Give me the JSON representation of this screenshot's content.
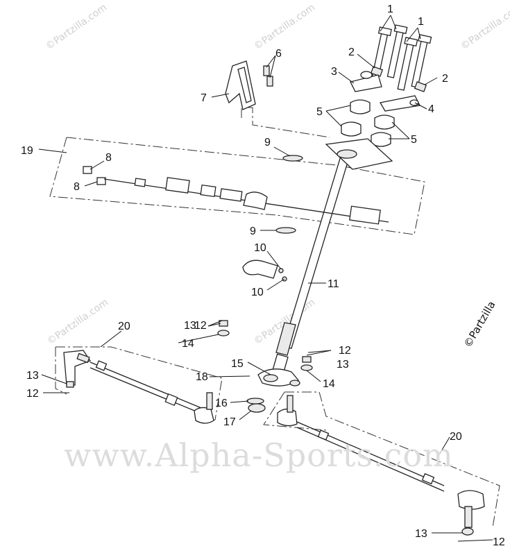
{
  "watermarks": {
    "small": "©Partzilla.com",
    "edge": "©Partzilla",
    "big": "www.Alpha-Sports.com"
  },
  "callouts": {
    "c1a": "1",
    "c1b": "1",
    "c2a": "2",
    "c2b": "2",
    "c3": "3",
    "c4": "4",
    "c5a": "5",
    "c5b": "5",
    "c6": "6",
    "c7": "7",
    "c8a": "8",
    "c8b": "8",
    "c9a": "9",
    "c9b": "9",
    "c10a": "10",
    "c10b": "10",
    "c11": "11",
    "c12a": "12",
    "c12b": "12",
    "c12c": "12",
    "c12d": "12",
    "c13a": "13",
    "c13b": "13",
    "c13c": "13",
    "c13d": "13",
    "c14a": "14",
    "c14b": "14",
    "c15": "15",
    "c16": "16",
    "c17": "17",
    "c18": "18",
    "c19": "19",
    "c20a": "20",
    "c20b": "20"
  }
}
